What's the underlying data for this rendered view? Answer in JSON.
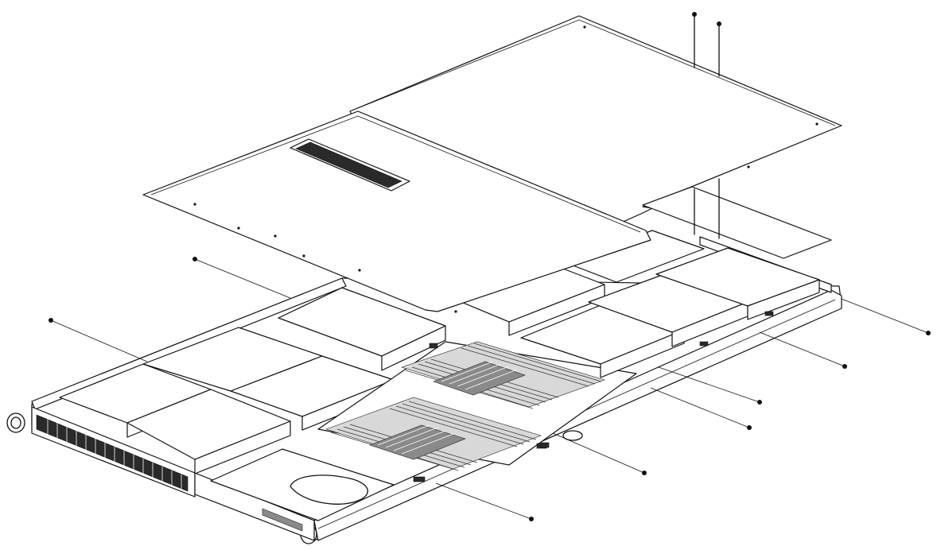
{
  "figure": {
    "description_type": "exploded-isometric-line-drawing",
    "subject_parts": [
      "rear-top-cover",
      "front-top-cover",
      "chassis",
      "drive-trays",
      "memory-modules",
      "cpu-heatsinks",
      "cover-screws"
    ],
    "line_color": "#111111",
    "background_color": "#ffffff"
  }
}
